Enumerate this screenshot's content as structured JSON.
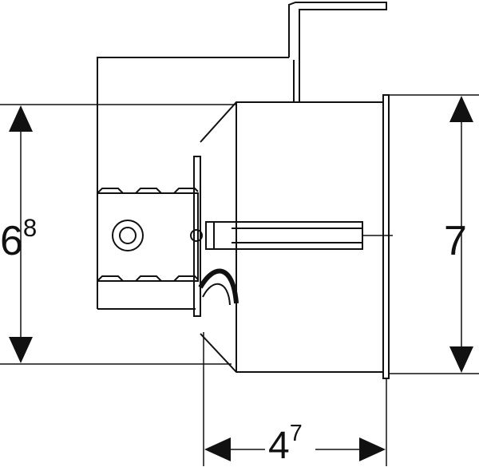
{
  "dimensions": {
    "left": {
      "main": "6",
      "sup": "8"
    },
    "right": {
      "main": "7",
      "sup": ""
    },
    "bottom": {
      "main": "4",
      "sup": "7"
    }
  },
  "colors": {
    "line": "#111111",
    "background": "#ffffff"
  }
}
